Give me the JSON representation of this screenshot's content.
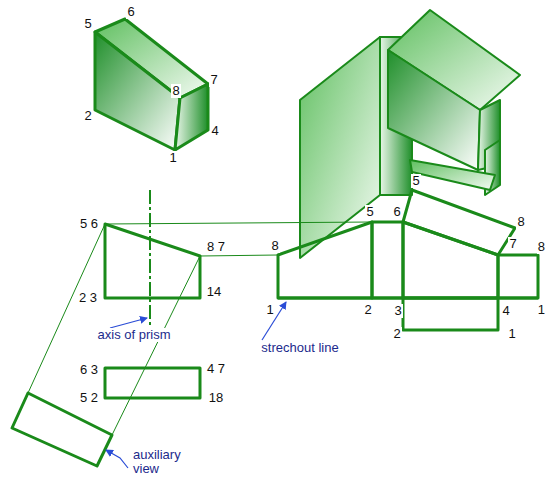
{
  "diagram": {
    "labels": [
      "5",
      "6",
      "8",
      "7",
      "2",
      "4",
      "1",
      "5 6",
      "8 7",
      "8",
      "5",
      "6",
      "5",
      "8",
      "7",
      "8",
      "2 3",
      "14",
      "1",
      "2",
      "3",
      "4",
      "1",
      "2",
      "1",
      "axis of prism",
      "strechout line",
      "6 3",
      "4 7",
      "5 2",
      "18",
      "auxiliary view"
    ]
  }
}
